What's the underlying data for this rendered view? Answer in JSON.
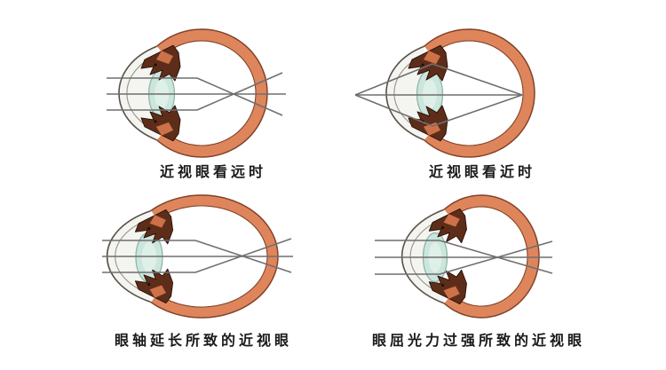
{
  "figure": {
    "description": "Four cross-section diagrams of the human eye illustrating myopia",
    "language": "zh-CN"
  },
  "colors": {
    "background": "#ffffff",
    "sclera": "#DF855C",
    "outline": "#81432A",
    "chamber": "#F4F4F0",
    "cornea_line": "#5a5048",
    "cornea_inner_line": "#9a938c",
    "lens": "#CBE6DC",
    "lens_edge": "#8FB6AA",
    "lens_highlight": "#E2F3EA",
    "ciliary": "#5E2D1A",
    "ciliary_dark": "#230F06",
    "ciliary_highlight": "#D8794E",
    "ray": "#6F6F6F",
    "label_text": "#1A1A1A"
  },
  "panels": [
    {
      "id": "myopia-looking-far",
      "label": "近视眼看远时",
      "eye_shape": "round",
      "depicts": "parallel rays from a distant object focus in front of the retina"
    },
    {
      "id": "myopia-looking-near",
      "label": "近视眼看近时",
      "eye_shape": "round",
      "depicts": "diverging rays from a near point focus exactly on the retina"
    },
    {
      "id": "axial-elongation-myopia",
      "label": "眼轴延长所致的近视眼",
      "eye_shape": "elongated",
      "depicts": "elongated eyeball causes focus in front of the retina"
    },
    {
      "id": "excess-refractive-power-myopia",
      "label": "眼屈光力过强所致的近视眼",
      "eye_shape": "steep-cornea-strong-lens",
      "depicts": "excessive refractive power causes focus in front of the retina"
    }
  ]
}
